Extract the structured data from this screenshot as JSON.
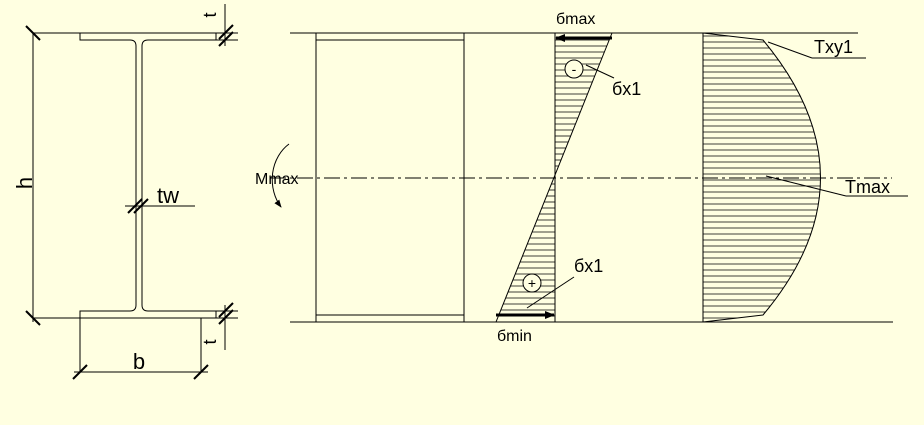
{
  "colors": {
    "background": "#ffffe1",
    "line": "#000000"
  },
  "section": {
    "height_label": "h",
    "width_label": "b",
    "web_label": "tw",
    "flange_top_label": "t",
    "flange_bottom_label": "t"
  },
  "beam": {
    "moment_label": "Mmax"
  },
  "normal_stress": {
    "top_label": "бmax",
    "bottom_label": "бmin",
    "upper_level_label": "бx1",
    "lower_level_label": "бx1",
    "compression_sign": "-",
    "tension_sign": "+"
  },
  "shear_stress": {
    "level_label": "Txy1",
    "max_label": "Tmax"
  }
}
